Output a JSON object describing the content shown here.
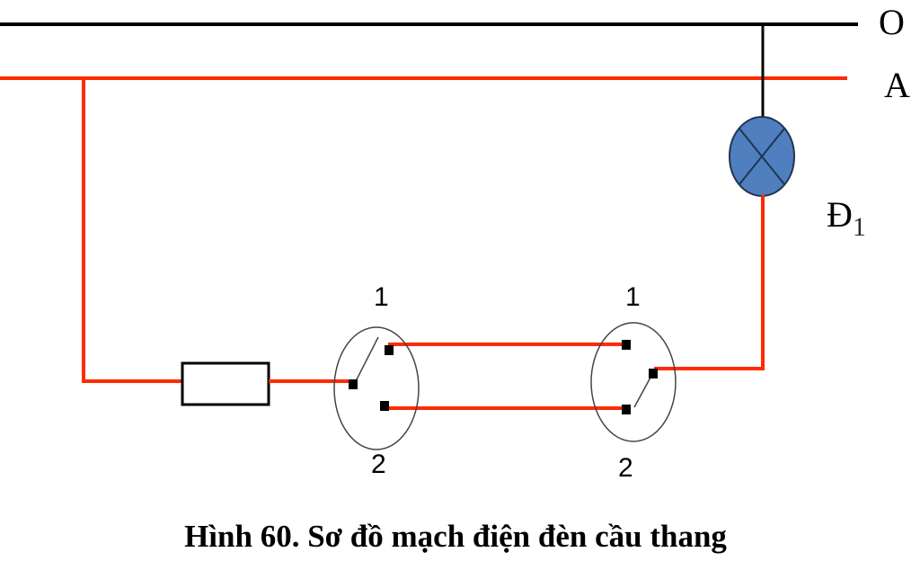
{
  "labels": {
    "neutral_line": "O",
    "phase_line": "A",
    "lamp": "Đ",
    "lamp_subscript": "1",
    "switch1_top": "1",
    "switch1_bottom": "2",
    "switch2_top": "1",
    "switch2_bottom": "2"
  },
  "caption": "Hình 60. Sơ đồ mạch điện đèn cầu thang",
  "colors": {
    "neutral": "#000000",
    "phase": "#ff2a00",
    "lamp_fill": "#4f7fbf",
    "contact": "#000000"
  }
}
